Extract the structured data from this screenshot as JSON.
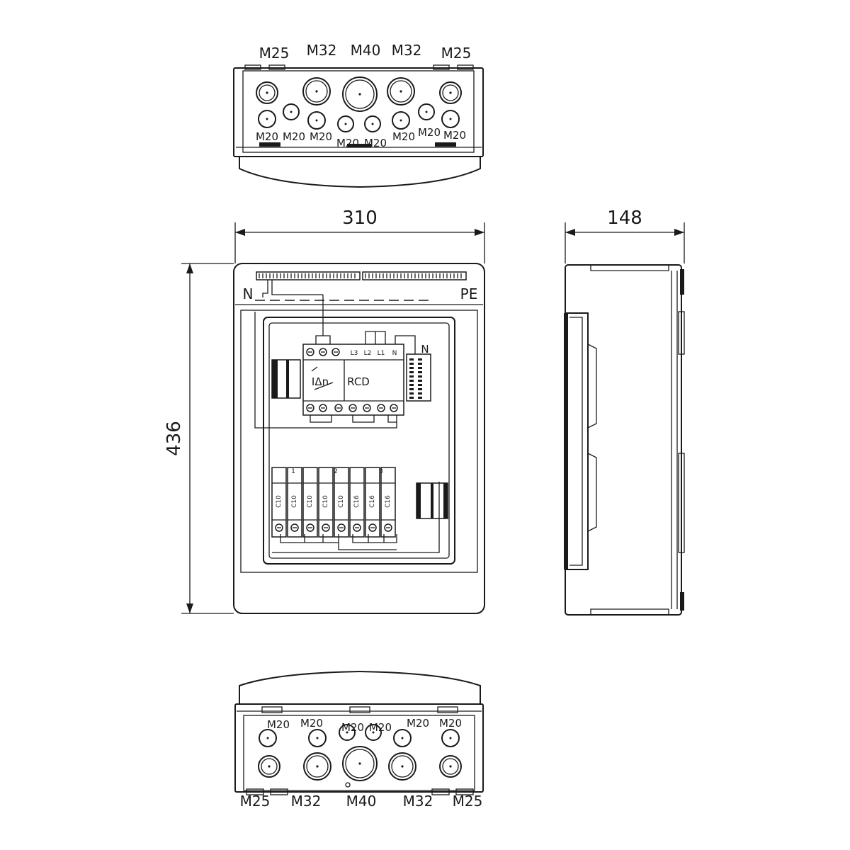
{
  "colors": {
    "line": "#1a1a1a",
    "background": "#ffffff"
  },
  "dimensions": {
    "width": "310",
    "depth": "148",
    "height": "436"
  },
  "top_view": {
    "row1_labels": [
      "M25",
      "M32",
      "M40",
      "M32",
      "M25"
    ],
    "row2_labels": [
      "M20",
      "M20",
      "M20",
      "M20",
      "M20",
      "M20",
      "M20",
      "M20"
    ]
  },
  "bottom_view": {
    "row1_labels": [
      "M20",
      "M20",
      "M20",
      "M20",
      "M20",
      "M20"
    ],
    "row2_labels": [
      "M25",
      "M32",
      "M40",
      "M32",
      "M25"
    ]
  },
  "front_view": {
    "n_label": "N",
    "pe_label": "PE",
    "rcd": {
      "label": "RCD",
      "symbol": "IΔn",
      "terminals": [
        "L3",
        "L2",
        "L1",
        "N"
      ],
      "n_block_label": "N"
    },
    "mcb_group_numbers": [
      "1",
      "2",
      "3"
    ],
    "mcb_ratings": [
      "C10",
      "C10",
      "C10",
      "C10",
      "C10",
      "C16",
      "C16",
      "C16"
    ]
  }
}
